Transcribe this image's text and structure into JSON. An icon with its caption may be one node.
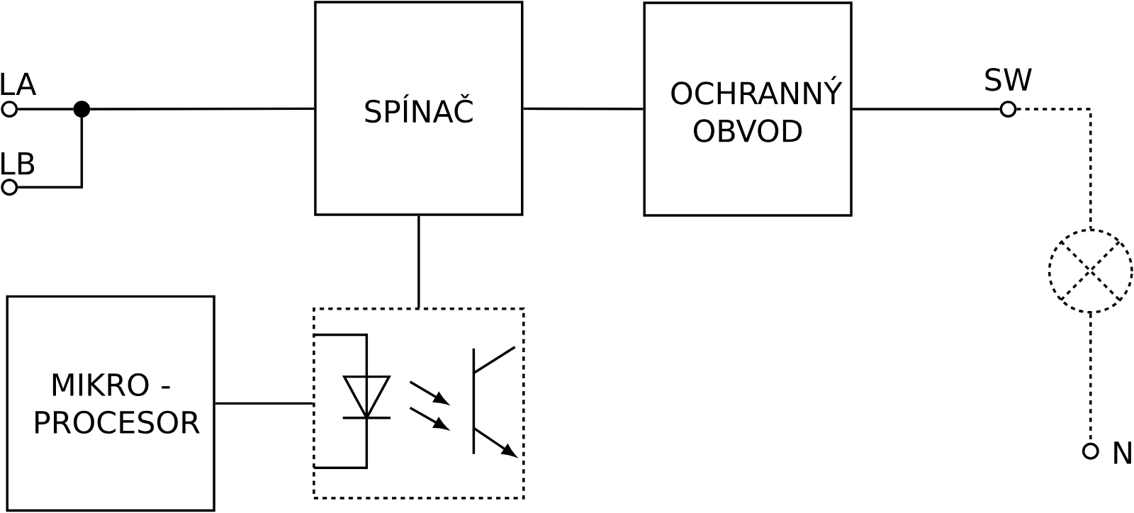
{
  "diagram": {
    "nodes": [
      {
        "text": [],
        "shape": "circle",
        "beside": [
          "LA"
        ]
      },
      {
        "text": [],
        "shape": "circle",
        "beside": [
          "LB"
        ]
      },
      {
        "text": [],
        "shape": "dot"
      },
      {
        "text": [
          "SPÍNAČ"
        ]
      },
      {
        "text": [
          "OCHRANNÝ OBVOD"
        ]
      },
      {
        "text": [],
        "shape": "circle",
        "beside": [
          "SW"
        ]
      },
      {
        "text": [],
        "shape": "lamp"
      },
      {
        "text": [],
        "shape": "circle",
        "beside": [
          "N"
        ]
      },
      {
        "text": [
          "MIKRO - PROCESOR"
        ]
      },
      {
        "text": [],
        "shape": "box"
      }
    ],
    "edges": [
      {
        "from": 0,
        "to": 2,
        "arrow": "none"
      },
      {
        "from": 1,
        "to": 2,
        "arrow": "none"
      },
      {
        "from": 2,
        "to": 3,
        "arrow": "none"
      },
      {
        "from": 3,
        "to": 4,
        "arrow": "none"
      },
      {
        "from": 4,
        "to": 5,
        "arrow": "none"
      },
      {
        "from": 5,
        "to": 6,
        "arrow": "none",
        "style": "dashed"
      },
      {
        "from": 6,
        "to": 7,
        "arrow": "none",
        "style": "dashed"
      },
      {
        "from": 3,
        "to": 9,
        "arrow": "none"
      },
      {
        "from": 8,
        "to": 9,
        "arrow": "none"
      }
    ]
  }
}
